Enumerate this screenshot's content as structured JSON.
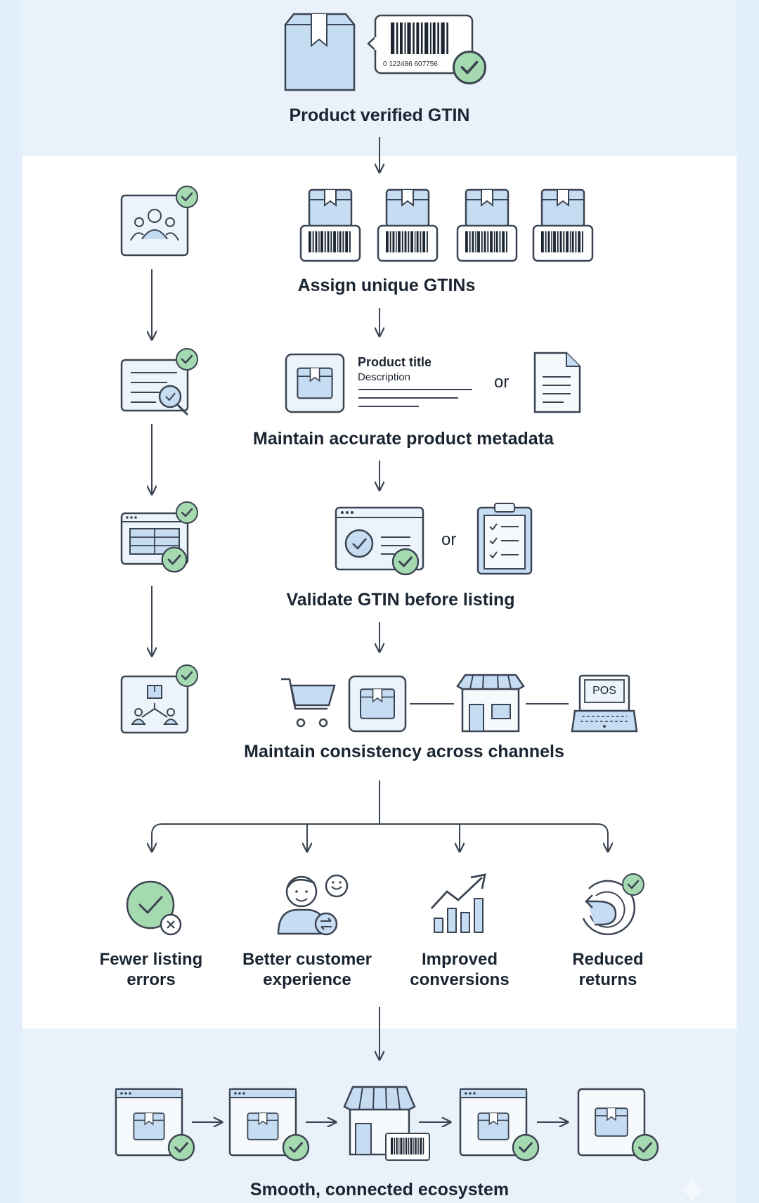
{
  "steps": {
    "verified": "Product verified GTIN",
    "assign": "Assign unique GTINs",
    "metadata": "Maintain accurate product metadata",
    "validate": "Validate GTIN before listing",
    "consistency": "Maintain consistency across channels",
    "ecosystem": "Smooth, connected ecosystem"
  },
  "barcode_number": "0  122486  607756",
  "metadata_card": {
    "title": "Product title",
    "description": "Description"
  },
  "or_word": "or",
  "pos_label": "POS",
  "outcomes": [
    {
      "line1": "Fewer listing",
      "line2": "errors"
    },
    {
      "line1": "Better customer",
      "line2": "experience"
    },
    {
      "line1": "Improved",
      "line2": "conversions"
    },
    {
      "line1": "Reduced",
      "line2": "returns"
    }
  ],
  "colors": {
    "accent_blue": "#c6dcf2",
    "check_green": "#a5d9b0",
    "stroke": "#3b4452",
    "panel": "#ffffff",
    "band": "#e9f1fa"
  }
}
